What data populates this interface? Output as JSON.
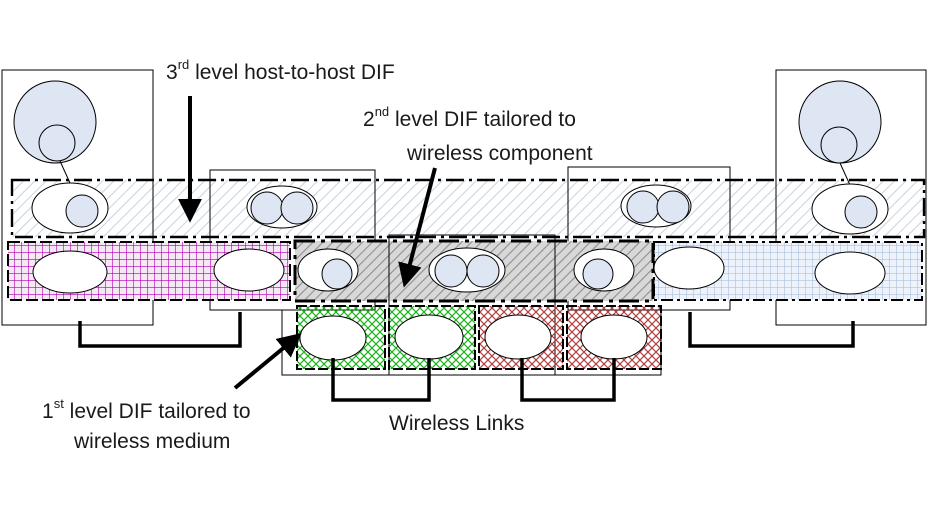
{
  "labels": {
    "third_level": {
      "ordinal": "3",
      "suffix": "rd",
      "text": " level host-to-host DIF"
    },
    "second_level": {
      "ordinal": "2",
      "suffix": "nd",
      "text": " level DIF tailored to",
      "line2": "wireless component"
    },
    "first_level": {
      "ordinal": "1",
      "suffix": "st",
      "text": " level DIF tailored to",
      "line2": "wireless medium"
    },
    "wireless_links": "Wireless Links"
  },
  "colors": {
    "third_level_hatch": "#c7d3df",
    "second_level_fill": "#bdbdbd",
    "magenta_grid": "#b000b0",
    "blue_grid": "#9fb6d8",
    "green_hatch": "#19b319",
    "red_hatch": "#b04040",
    "circle_fill": "#dde6f2",
    "stroke": "#000000"
  }
}
